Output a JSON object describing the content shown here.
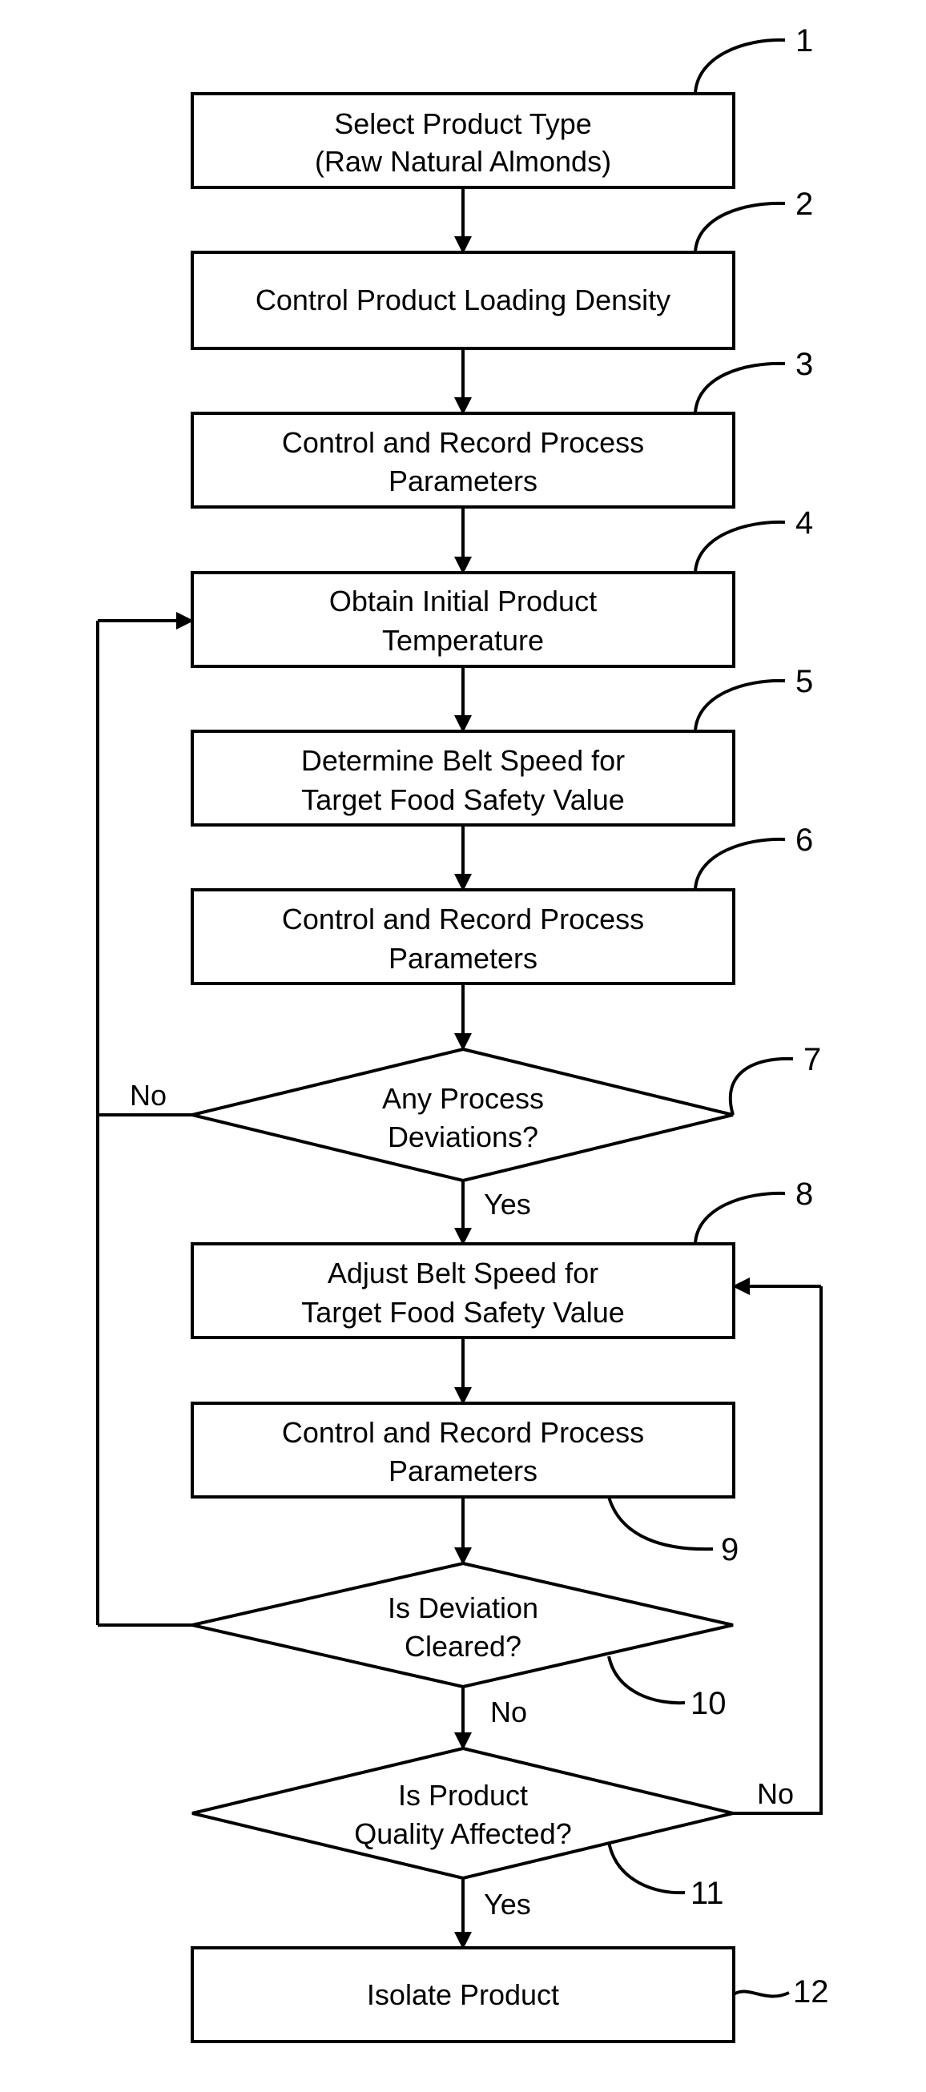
{
  "steps": [
    {
      "id": "1",
      "label": [
        "Select Product Type",
        "(Raw Natural Almonds)"
      ]
    },
    {
      "id": "2",
      "label": [
        "Control Product Loading Density"
      ]
    },
    {
      "id": "3",
      "label": [
        "Control and Record Process",
        "Parameters"
      ]
    },
    {
      "id": "4",
      "label": [
        "Obtain Initial Product",
        "Temperature"
      ]
    },
    {
      "id": "5",
      "label": [
        "Determine Belt Speed for",
        "Target Food Safety Value"
      ]
    },
    {
      "id": "6",
      "label": [
        "Control and Record Process",
        "Parameters"
      ]
    },
    {
      "id": "7",
      "label": [
        "Any Process",
        "Deviations?"
      ]
    },
    {
      "id": "8",
      "label": [
        "Adjust Belt Speed for",
        "Target Food Safety Value"
      ]
    },
    {
      "id": "9",
      "label": [
        "Control and Record Process",
        "Parameters"
      ]
    },
    {
      "id": "10",
      "label": [
        "Is Deviation",
        "Cleared?"
      ]
    },
    {
      "id": "11",
      "label": [
        "Is Product",
        "Quality Affected?"
      ]
    },
    {
      "id": "12",
      "label": [
        "Isolate Product"
      ]
    }
  ],
  "branches": {
    "d7_no": "No",
    "d7_yes": "Yes",
    "d10_no": "No",
    "d11_no": "No",
    "d11_yes": "Yes"
  }
}
